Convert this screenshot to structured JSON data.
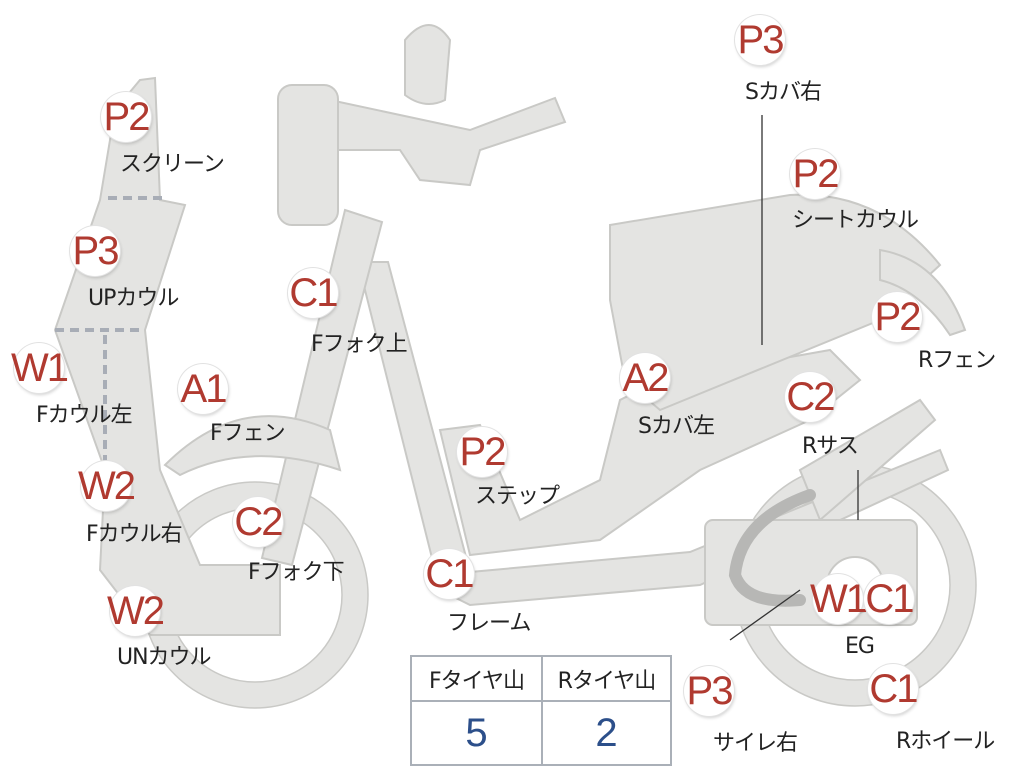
{
  "colors": {
    "part_fill": "#e4e4e2",
    "badge_text": "#b03a30",
    "value_text": "#2c4f8a",
    "table_border": "#aab0b8"
  },
  "parts": [
    {
      "id": "screen",
      "grade": "P2",
      "name": "スクリーン"
    },
    {
      "id": "up-cowl",
      "grade": "P3",
      "name": "UPカウル"
    },
    {
      "id": "f-cowl-l",
      "grade": "W1",
      "name": "Fカウル左"
    },
    {
      "id": "f-cowl-r",
      "grade": "W2",
      "name": "Fカウル右"
    },
    {
      "id": "un-cowl",
      "grade": "W2",
      "name": "UNカウル"
    },
    {
      "id": "f-fender",
      "grade": "A1",
      "name": "Fフェン"
    },
    {
      "id": "f-fork-up",
      "grade": "C1",
      "name": "Fフォク上"
    },
    {
      "id": "f-fork-low",
      "grade": "C2",
      "name": "Fフォク下"
    },
    {
      "id": "frame",
      "grade": "C1",
      "name": "フレーム"
    },
    {
      "id": "step",
      "grade": "P2",
      "name": "ステップ"
    },
    {
      "id": "s-cover-l",
      "grade": "A2",
      "name": "Sカバ左"
    },
    {
      "id": "s-cover-r",
      "grade": "P3",
      "name": "Sカバ右"
    },
    {
      "id": "seat-cowl",
      "grade": "P2",
      "name": "シートカウル"
    },
    {
      "id": "r-fender",
      "grade": "P2",
      "name": "Rフェン"
    },
    {
      "id": "r-sus",
      "grade": "C2",
      "name": "Rサス"
    },
    {
      "id": "eg",
      "grade": "W1",
      "name": "EG"
    },
    {
      "id": "eg-2",
      "grade": "C1",
      "name": ""
    },
    {
      "id": "r-wheel",
      "grade": "C1",
      "name": "Rホイール"
    },
    {
      "id": "muffler-r",
      "grade": "P3",
      "name": "サイレ右"
    }
  ],
  "tread_table": {
    "headers": [
      "Fタイヤ山",
      "Rタイヤ山"
    ],
    "values": [
      "5",
      "2"
    ]
  }
}
